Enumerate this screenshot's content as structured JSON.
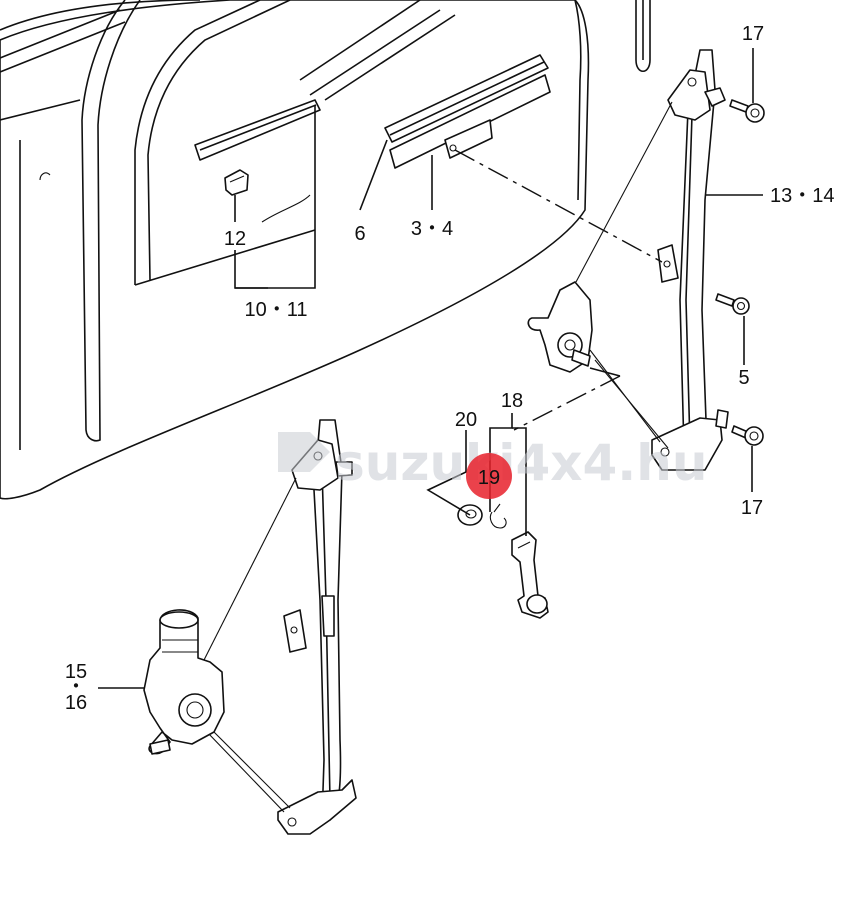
{
  "watermark": {
    "text": "suzuki4x4.hu"
  },
  "labels": {
    "l17_top": "17",
    "l13_14": "13・14",
    "l12": "12",
    "l6": "6",
    "l3_4": "3・4",
    "l10_11": "10・11",
    "l5": "5",
    "l18": "18",
    "l20": "20",
    "l19": "19",
    "l17_bottom": "17",
    "l15": "15",
    "l15_dot": "・",
    "l16": "16"
  },
  "colors": {
    "highlight": "#e8212b",
    "ink": "#111111",
    "watermark": "#c8ccd2"
  }
}
